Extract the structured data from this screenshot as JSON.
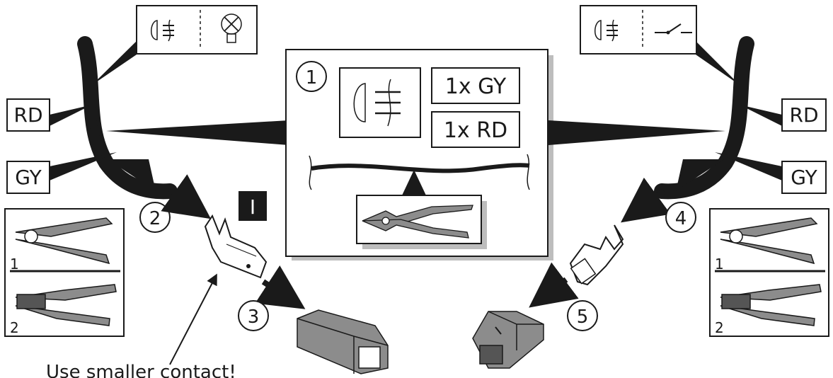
{
  "steps": {
    "s1": "1",
    "s2": "2",
    "s3": "3",
    "s4": "4",
    "s5": "5"
  },
  "center": {
    "qty_gy": "1x GY",
    "qty_rd": "1x RD"
  },
  "wires": {
    "left_rd": "RD",
    "left_gy": "GY",
    "right_rd": "RD",
    "right_gy": "GY"
  },
  "badge": "I",
  "tool_panels": {
    "left": {
      "tool_1": "1",
      "tool_2": "2"
    },
    "right": {
      "tool_1": "1",
      "tool_2": "2"
    }
  },
  "note": "Use smaller contact!",
  "icons": [
    "fog-light-icon",
    "bulb-icon",
    "switch-icon",
    "wire-cutter-icon",
    "crimp-tool-icon",
    "flat-contact-icon",
    "connector-housing-icon"
  ]
}
